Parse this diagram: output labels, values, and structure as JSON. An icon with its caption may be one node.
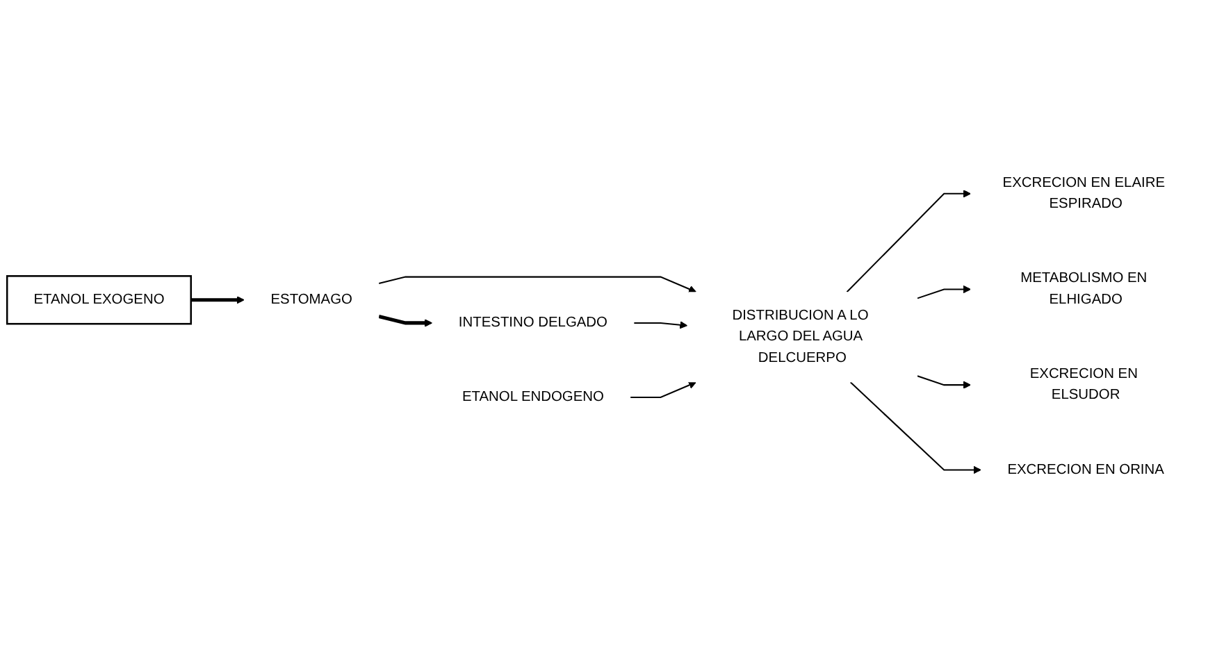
{
  "diagram": {
    "nodes": [
      {
        "text": [
          "ETANOL EXOGENO"
        ]
      },
      {
        "text": [
          "EXCRECION EN ELAIRE ESPIRADO"
        ]
      },
      {
        "text": [
          "ETANOL ENDOGENO"
        ]
      },
      {
        "text": [
          "ESTOMAGO"
        ]
      },
      {
        "text": [
          "DISTRIBUCION A LO LARGO DEL AGUA DELCUERPO"
        ]
      },
      {
        "text": [
          "METABOLISMO EN ELHIGADO"
        ]
      },
      {
        "text": [
          "INTESTINO DELGADO"
        ]
      },
      {
        "text": [
          "EXCRECION EN ELSUDOR"
        ]
      },
      {
        "text": [
          "EXCRECION EN ORINA"
        ]
      }
    ],
    "edges": [
      {
        "from": 0,
        "to": 3,
        "arrow": "to",
        "style": "thick"
      },
      {
        "from": 3,
        "to": 6,
        "arrow": "to",
        "style": "thick"
      },
      {
        "from": 3,
        "to": 4,
        "arrow": "to"
      },
      {
        "from": 6,
        "to": 4,
        "arrow": "to"
      },
      {
        "from": 2,
        "to": 4,
        "arrow": "to"
      },
      {
        "from": 4,
        "to": 1,
        "arrow": "to"
      },
      {
        "from": 4,
        "to": 5,
        "arrow": "to"
      },
      {
        "from": 4,
        "to": 7,
        "arrow": "to"
      },
      {
        "from": 4,
        "to": 8,
        "arrow": "to"
      }
    ]
  }
}
